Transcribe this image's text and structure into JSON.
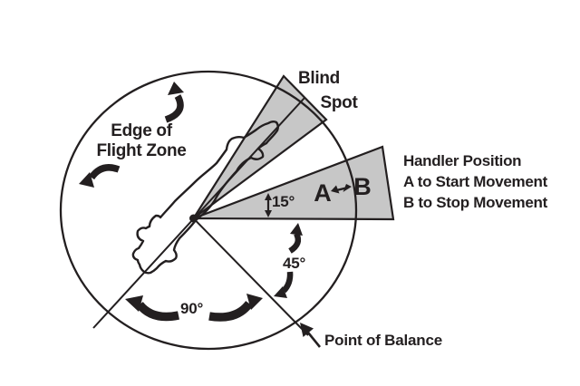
{
  "figure": {
    "background_color": "#ffffff",
    "ink_color": "#231f20",
    "zone_fill_color": "#c7c7c7",
    "labels": {
      "blind_spot_line1": "Blind",
      "blind_spot_line2": "Spot",
      "edge_line1": "Edge of",
      "edge_line2": "Flight Zone",
      "handler_line1": "Handler Position",
      "handler_line2": "A to Start Movement",
      "handler_line3": "B to Stop Movement",
      "position_a": "A",
      "position_b": "B",
      "angle_15": "15°",
      "angle_45": "45°",
      "angle_90": "90°",
      "point_of_balance": "Point of Balance"
    }
  }
}
